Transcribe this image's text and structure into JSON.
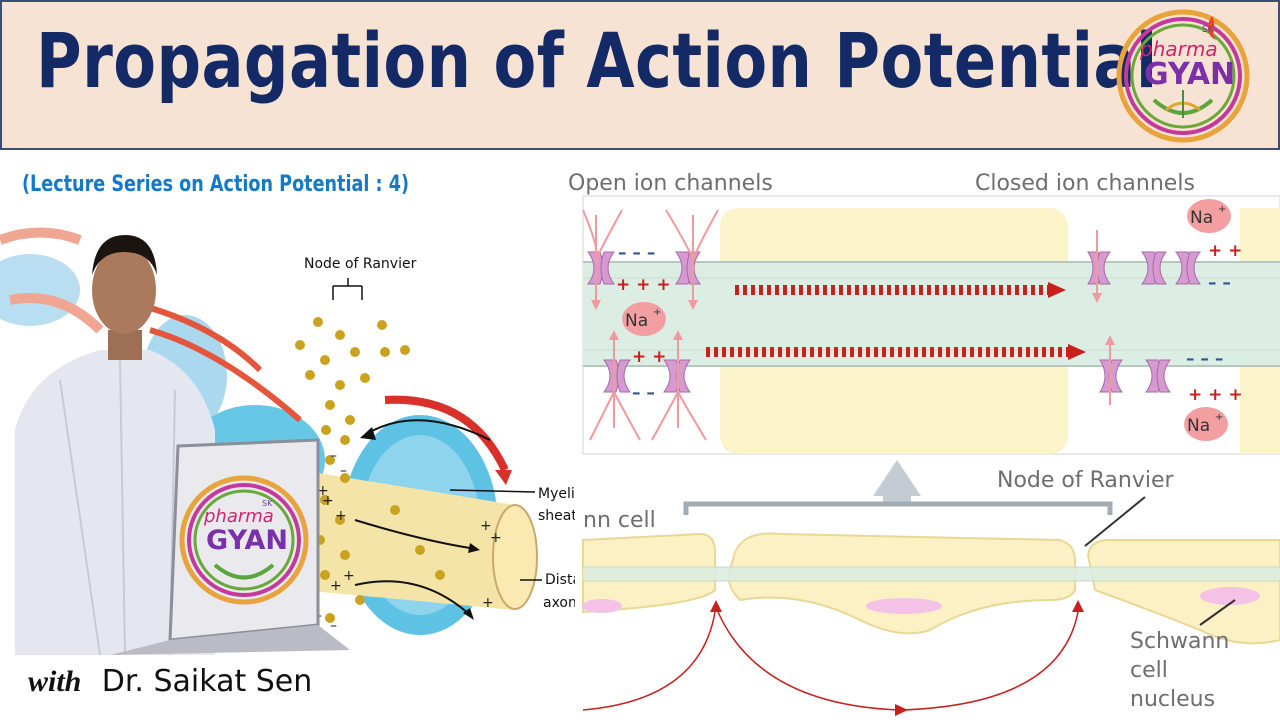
{
  "header": {
    "title": "Propagation of Action Potential",
    "logo": {
      "top_text": "pharma",
      "main_text": "GYAN",
      "sub_text": "SK"
    }
  },
  "subtitle": "(Lecture Series on Action Potential : 4)",
  "presenter": {
    "prefix": "with",
    "name": "Dr. Saikat Sen"
  },
  "left_figure": {
    "node_label": "Node of Ranvier",
    "myelin_label_1": "Myelin",
    "myelin_label_2": "sheath",
    "distal_label_1": "Distal",
    "distal_label_2": "axon",
    "laptop_logo": {
      "top_text": "pharma",
      "main_text": "GYAN",
      "sub_text": "SK"
    }
  },
  "right_figure": {
    "open_channels": "Open ion channels",
    "closed_channels": "Closed ion channels",
    "ion_label": "Na",
    "ion_charge": "+",
    "minus_three": "– – –",
    "plus_three": "+ + +",
    "plus_two": "+ +",
    "minus_two": "– –",
    "node_label": "Node of Ranvier",
    "schwann_cell_fragment": "nn cell",
    "schwann_nucleus_1": "Schwann",
    "schwann_nucleus_2": "cell",
    "schwann_nucleus_3": "nucleus"
  },
  "colors": {
    "title": "#142a67",
    "header_bg": "#f7e3d3",
    "subtitle": "#1479c8",
    "axon": "#dceee4",
    "myelin": "#fbf1c4",
    "current_arrow": "#d3221b",
    "channel": "#d59ad2",
    "ion": "#f39ea0"
  }
}
